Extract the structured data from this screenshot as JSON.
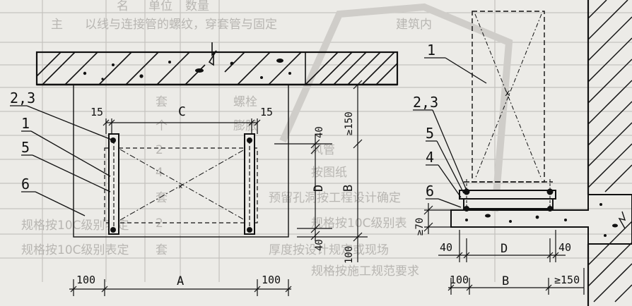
{
  "background_text": {
    "row1": "以线与连接管的螺纹，穿套管与固定",
    "row1_right": "建筑内",
    "cells": [
      "主",
      "名",
      "单位",
      "数量"
    ],
    "rows": [
      {
        "text": "螺栓",
        "cell": "套"
      },
      {
        "text": "膨胀",
        "cell": "个"
      },
      {
        "text": "风管",
        "cell": "2"
      },
      {
        "text": "按图纸",
        "cell": "4"
      },
      {
        "text": "预留孔洞按工程设计确定",
        "cell": "套"
      },
      {
        "text": "规格按10C级别表",
        "cell": "2"
      },
      {
        "text": "规格按10C级别表定",
        "cell": "套"
      }
    ],
    "bottom_left": "规格按10C级别表定",
    "bottom_mid": "厚度按设计规定或现场",
    "bottom_right": "规格按施工规范要求"
  },
  "left_view": {
    "callouts": {
      "c23": "2,3",
      "c1": "1",
      "c5": "5",
      "c6": "6"
    },
    "dims": {
      "top_left": "15",
      "top_mid": "C",
      "top_right": "15",
      "right_40_top": "40",
      "right_D": "D",
      "right_40_bot": "40",
      "right_B": "B",
      "right_150": "≥150",
      "right_100": "100",
      "bottom_left": "100",
      "bottom_mid": "A",
      "bottom_right": "100"
    }
  },
  "right_view": {
    "callouts": {
      "c1": "1",
      "c23": "2,3",
      "c5": "5",
      "c4": "4",
      "c6": "6"
    },
    "center_mark": "x",
    "dims": {
      "left_70": "≥70",
      "b40_left": "40",
      "b_D": "D",
      "b40_right": "40",
      "b100": "100",
      "b_B": "B",
      "b150": "≥150"
    }
  }
}
